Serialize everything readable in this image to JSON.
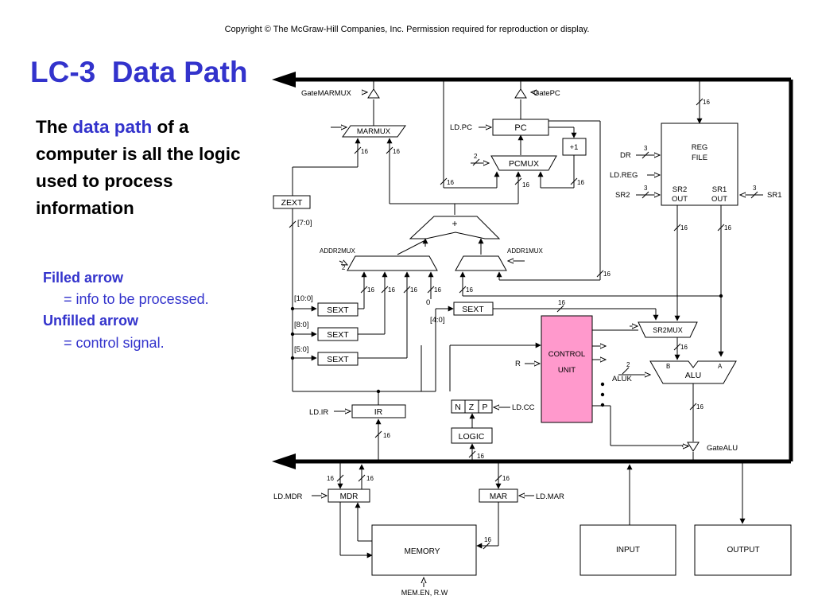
{
  "copyright": "Copyright © The McGraw-Hill Companies, Inc.  Permission required for reproduction or display.",
  "title": "LC-3  Data Path",
  "description": {
    "pre": "The ",
    "highlight": "data path",
    "post": " of a computer is all the logic used to process information"
  },
  "legend": {
    "filled_title": "Filled arrow",
    "filled_desc": "= info to be processed.",
    "unfilled_title": "Unfilled arrow",
    "unfilled_desc": "= control signal."
  },
  "colors": {
    "accent": "#3333cc",
    "control_unit": "#ff99cc"
  },
  "diagram": {
    "gate_marmux": "GateMARMUX",
    "gate_pc": "GatePC",
    "marmux": "MARMUX",
    "pc": "PC",
    "ld_pc": "LD.PC",
    "plus_one": "+1",
    "pcmux": "PCMUX",
    "zext": "ZEXT",
    "bits_7_0": "[7:0]",
    "adder": "+",
    "addr2mux": "ADDR2MUX",
    "addr1mux": "ADDR1MUX",
    "sext": "SEXT",
    "bits_10_0": "[10:0]",
    "bits_8_0": "[8:0]",
    "bits_5_0": "[5:0]",
    "bits_4_0": "[4:0]",
    "zero": "0",
    "reg_file": "REG",
    "reg_file_2": "FILE",
    "dr": "DR",
    "ld_reg": "LD.REG",
    "sr2": "SR2",
    "sr1": "SR1",
    "sr2_out": "SR2",
    "sr1_out": "SR1",
    "out": "OUT",
    "sr2mux": "SR2MUX",
    "alu": "ALU",
    "aluk": "ALUK",
    "alu_b": "B",
    "alu_a": "A",
    "control": "CONTROL",
    "unit": "UNIT",
    "r": "R",
    "ir": "IR",
    "ld_ir": "LD.IR",
    "n": "N",
    "z": "Z",
    "p": "P",
    "ld_cc": "LD.CC",
    "logic": "LOGIC",
    "gate_alu": "GateALU",
    "mdr": "MDR",
    "ld_mdr": "LD.MDR",
    "mar": "MAR",
    "ld_mar": "LD.MAR",
    "memory": "MEMORY",
    "mem_en": "MEM.EN, R.W",
    "input": "INPUT",
    "output": "OUTPUT",
    "w16": "16",
    "w3": "3",
    "w2": "2"
  }
}
